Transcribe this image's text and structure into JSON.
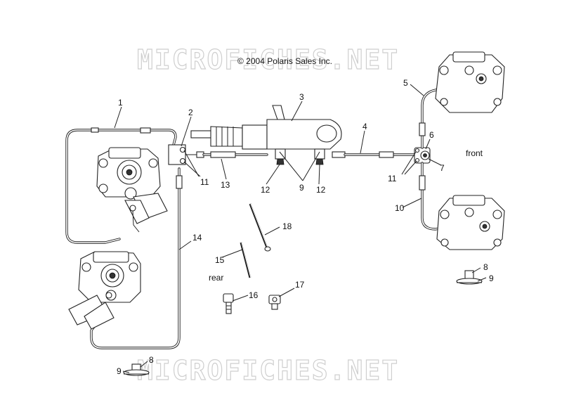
{
  "copyright": "© 2004 Polaris Sales Inc.",
  "watermark_top": "MICROFICHES.NET",
  "watermark_bottom": "MICROFICHES.NET",
  "text_labels": {
    "front": "front",
    "rear": "rear"
  },
  "callouts": [
    {
      "id": "c1",
      "text": "1"
    },
    {
      "id": "c2",
      "text": "2"
    },
    {
      "id": "c3",
      "text": "3"
    },
    {
      "id": "c4",
      "text": "4"
    },
    {
      "id": "c5",
      "text": "5"
    },
    {
      "id": "c6",
      "text": "6"
    },
    {
      "id": "c7",
      "text": "7"
    },
    {
      "id": "c8a",
      "text": "8"
    },
    {
      "id": "c8b",
      "text": "8"
    },
    {
      "id": "c9a",
      "text": "9"
    },
    {
      "id": "c9b",
      "text": "9"
    },
    {
      "id": "c9c",
      "text": "9"
    },
    {
      "id": "c10",
      "text": "10"
    },
    {
      "id": "c11a",
      "text": "11"
    },
    {
      "id": "c11b",
      "text": "11"
    },
    {
      "id": "c12a",
      "text": "12"
    },
    {
      "id": "c12b",
      "text": "12"
    },
    {
      "id": "c13",
      "text": "13"
    },
    {
      "id": "c14",
      "text": "14"
    },
    {
      "id": "c15",
      "text": "15"
    },
    {
      "id": "c16",
      "text": "16"
    },
    {
      "id": "c17",
      "text": "17"
    },
    {
      "id": "c18",
      "text": "18"
    }
  ]
}
